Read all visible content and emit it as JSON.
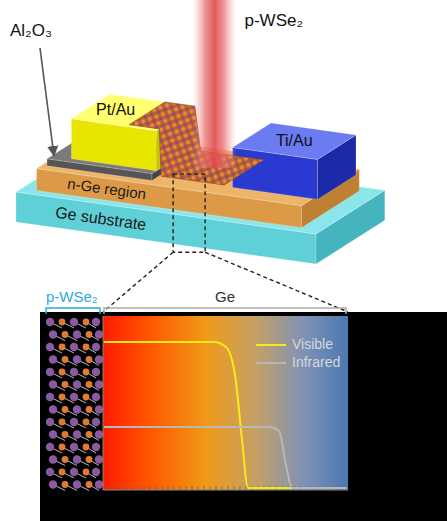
{
  "diagram": {
    "nodes": [
      {
        "text": [
          "Pt/Au"
        ]
      },
      {
        "text": [
          "Ti/Au"
        ]
      }
    ],
    "labels": [
      "Al₂O₃",
      "p-WSe₂",
      "n-Ge region",
      "Ge substrate",
      "p-WSe₂",
      "Ge"
    ],
    "legend": [
      {
        "text": "Visible"
      },
      {
        "text": "Infrared"
      }
    ]
  }
}
